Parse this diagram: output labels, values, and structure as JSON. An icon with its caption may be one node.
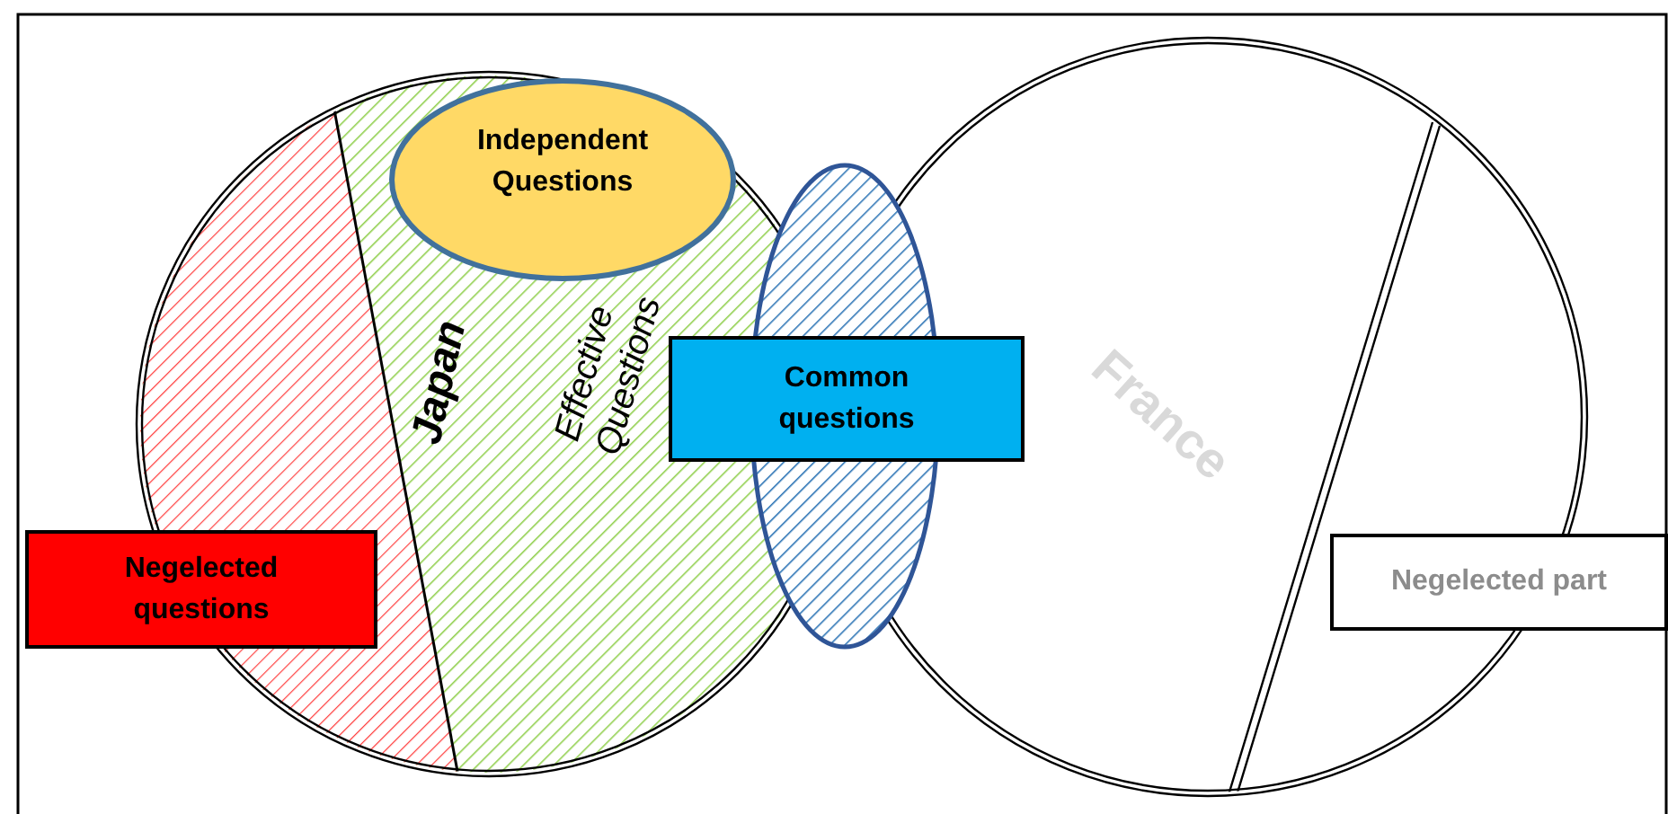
{
  "diagram": {
    "nodes": [
      {
        "text": [
          "Japan",
          "Effective Questions"
        ]
      },
      {
        "text": [
          "Independent Questions"
        ],
        "in": 0
      },
      {
        "text": [
          "France"
        ]
      },
      {
        "text": [
          "Common questions"
        ]
      },
      {
        "text": [
          "Negelected questions"
        ]
      },
      {
        "text": [
          "Negelected part"
        ]
      },
      {
        "text": [],
        "shape": "ellipse"
      }
    ],
    "edges": []
  }
}
